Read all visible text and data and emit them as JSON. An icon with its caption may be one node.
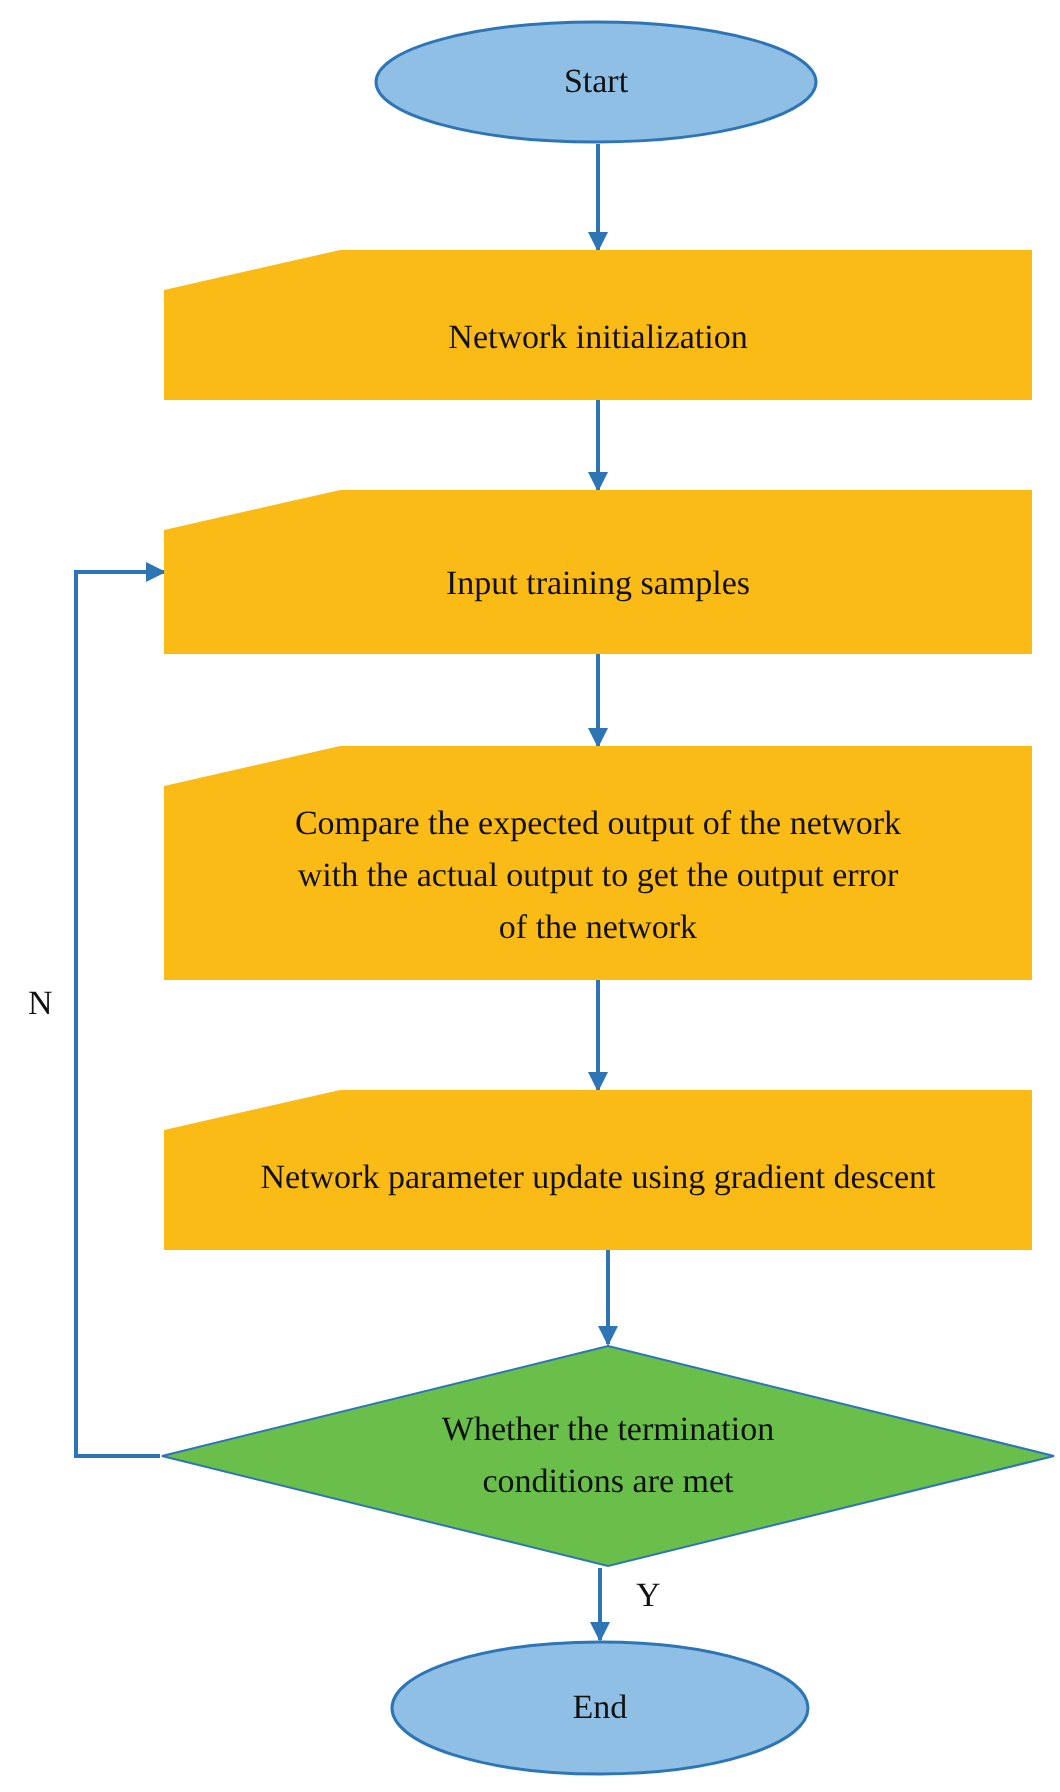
{
  "diagram": {
    "nodes": [
      {
        "text": [
          "Start"
        ]
      },
      {
        "text": [
          "Network initialization"
        ]
      },
      {
        "text": [
          "Input training samples"
        ]
      },
      {
        "text": [
          "Compare the expected output of the network with the actual output to get the output error of the network"
        ]
      },
      {
        "text": [
          "Network parameter update using gradient descent"
        ]
      },
      {
        "text": [
          "Whether the termination conditions are met"
        ]
      },
      {
        "text": [
          "End"
        ]
      }
    ],
    "edges": [
      {
        "from": 0,
        "to": 1,
        "arrow": "to"
      },
      {
        "from": 1,
        "to": 2,
        "arrow": "to"
      },
      {
        "from": 2,
        "to": 3,
        "arrow": "to"
      },
      {
        "from": 3,
        "to": 4,
        "arrow": "to"
      },
      {
        "from": 4,
        "to": 5,
        "arrow": "to"
      },
      {
        "from": 5,
        "to": 6,
        "label": "Y",
        "arrow": "to"
      },
      {
        "from": 5,
        "to": 2,
        "label": "N",
        "arrow": "to"
      }
    ]
  }
}
